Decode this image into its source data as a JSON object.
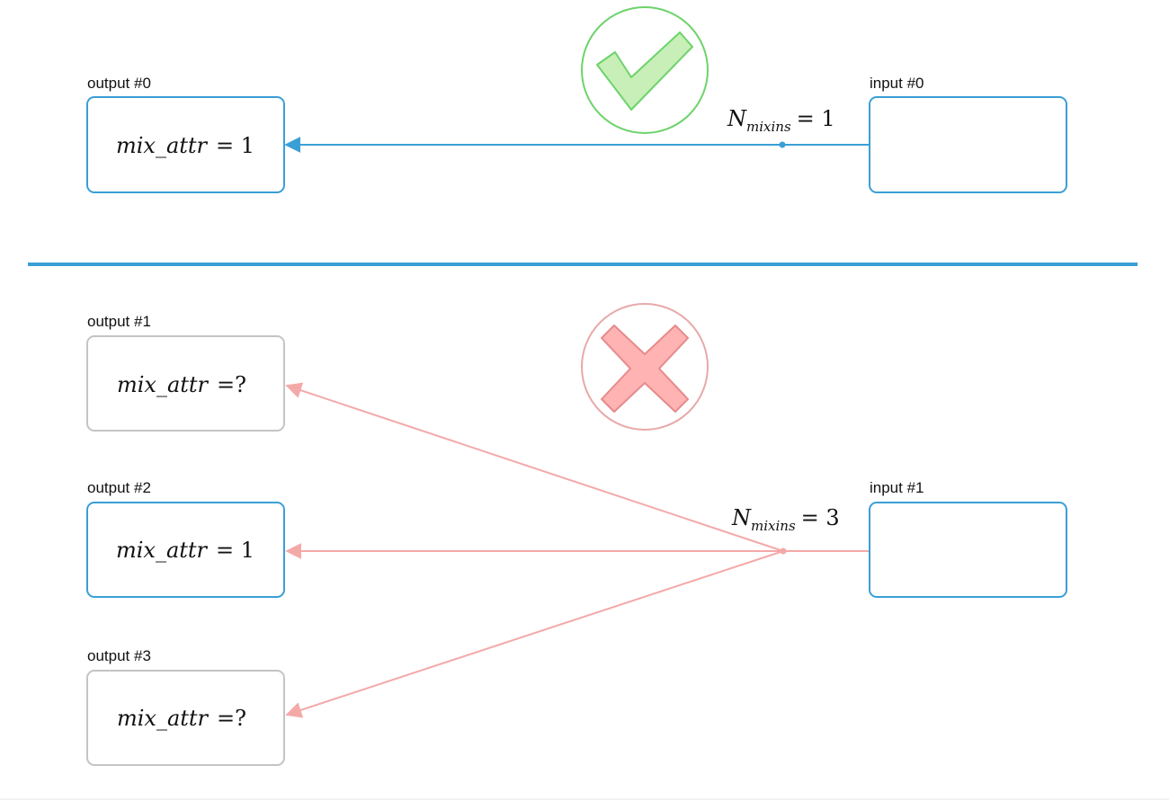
{
  "colors": {
    "blue": "#3a9fd6",
    "gray": "#c4c4c4",
    "pink": "#f4a9a9",
    "pink_dark": "#e68a8a",
    "green": "#6dd36b",
    "green_fill": "#c8efb8",
    "red_fill": "#ffb3b3",
    "red_ring": "#e8a9a9"
  },
  "top": {
    "status_icon": "check-icon",
    "output": {
      "label": "output #0",
      "expr_var": "mix_attr",
      "expr_eq": "= 1",
      "state": "valid"
    },
    "input": {
      "label": "input #0"
    },
    "edge": {
      "symbol": "N",
      "subscript": "mixins",
      "eq": "= 1"
    }
  },
  "bottom": {
    "status_icon": "cross-icon",
    "outputs": [
      {
        "label": "output #1",
        "expr_var": "mix_attr",
        "expr_eq": "=?",
        "state": "unknown"
      },
      {
        "label": "output #2",
        "expr_var": "mix_attr",
        "expr_eq": "= 1",
        "state": "valid"
      },
      {
        "label": "output #3",
        "expr_var": "mix_attr",
        "expr_eq": "=?",
        "state": "unknown"
      }
    ],
    "input": {
      "label": "input #1"
    },
    "edge": {
      "symbol": "N",
      "subscript": "mixins",
      "eq": "= 3"
    }
  }
}
